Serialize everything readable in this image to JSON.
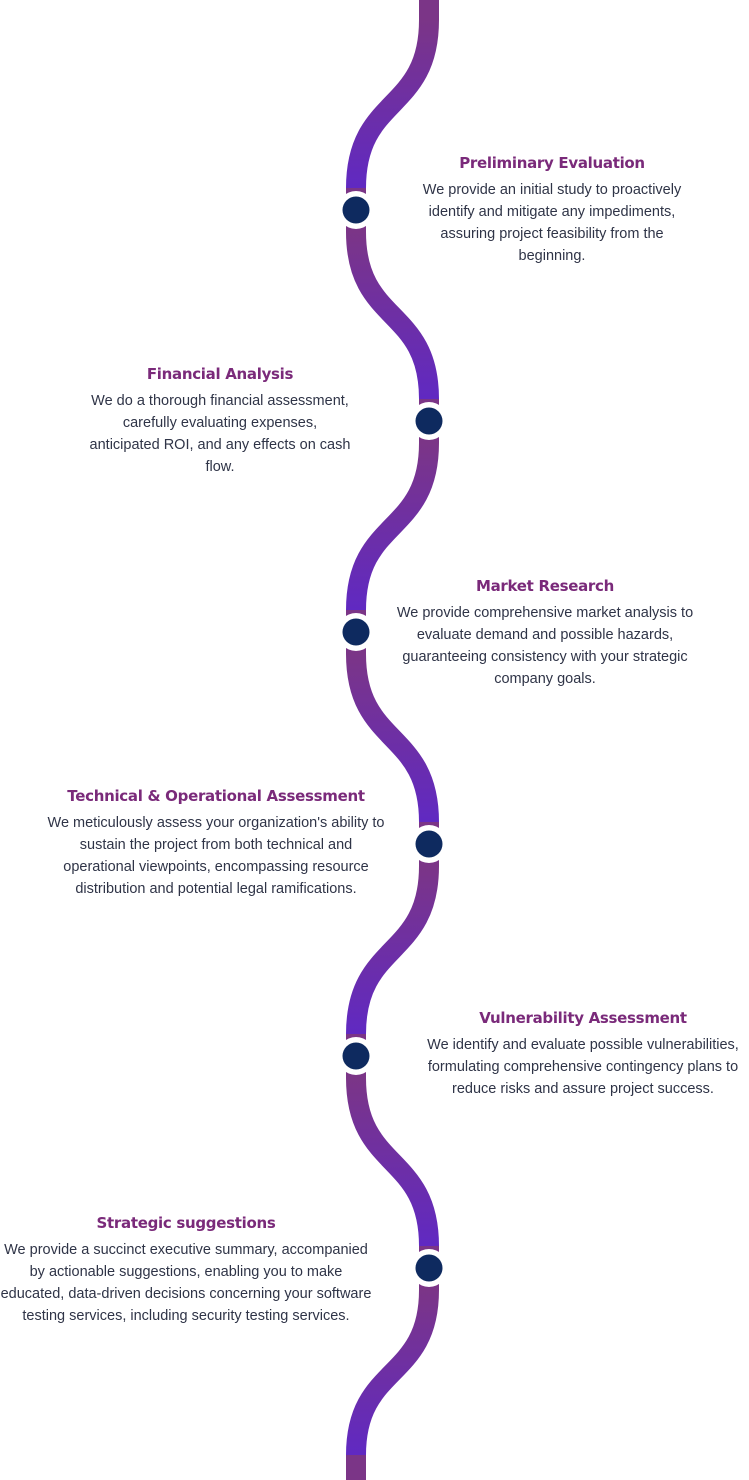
{
  "colors": {
    "path_start": "#7b3587",
    "path_end": "#6029c2",
    "node_fill": "#0e2a5f",
    "node_ring": "#ffffff",
    "title": "#7a2a7a",
    "text": "#2f3447"
  },
  "steps": [
    {
      "title": "Preliminary Evaluation",
      "description": "We provide an initial study to proactively identify and mitigate any impediments, assuring project feasibility from the beginning."
    },
    {
      "title": "Financial Analysis",
      "description": "We do a thorough financial assessment, carefully evaluating expenses, anticipated ROI, and any effects on cash flow."
    },
    {
      "title": "Market Research",
      "description": "We provide comprehensive market analysis to evaluate demand and possible hazards, guaranteeing consistency with your strategic company goals."
    },
    {
      "title": "Technical & Operational Assessment",
      "description": "We meticulously assess your organization's ability to sustain the project from both technical and operational viewpoints, encompassing resource distribution and potential legal ramifications."
    },
    {
      "title": "Vulnerability Assessment",
      "description": "We identify and evaluate possible vulnerabilities, formulating comprehensive contingency plans to reduce risks and assure project success."
    },
    {
      "title": "Strategic suggestions",
      "description": "We provide a succinct executive summary, accompanied by actionable suggestions, enabling you to make educated, data-driven decisions concerning your software testing services, including security testing services."
    }
  ]
}
